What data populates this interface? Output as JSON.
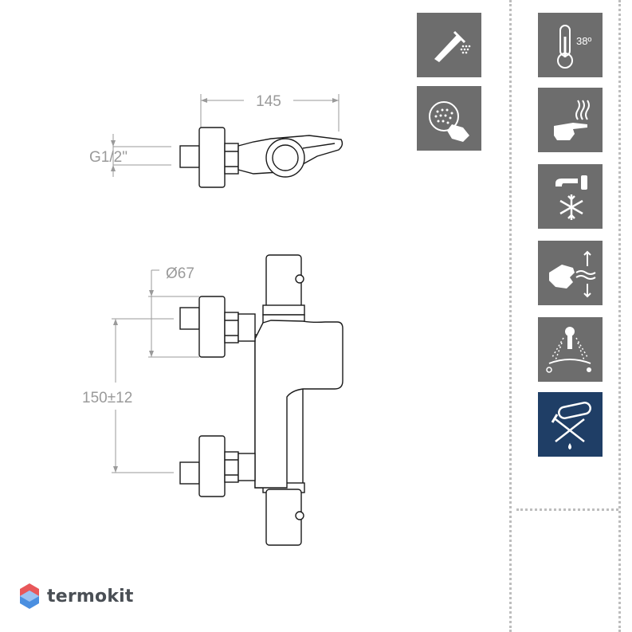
{
  "dimensions": {
    "width_label": "145",
    "thread_label": "G1/2\"",
    "diameter_label": "Ø67",
    "spacing_label": "150±12"
  },
  "icons": {
    "shower_label": "shower-icon",
    "rain_label": "rain-touch-icon",
    "temperature_label": "thermometer-icon",
    "temperature_text": "38º",
    "hot_water_label": "hot-touch-icon",
    "cold_water_label": "cold-water-icon",
    "flow_label": "flow-control-icon",
    "spray_label": "spray-temperature-icon",
    "no_heater_label": "no-heater-icon"
  },
  "colors": {
    "tile": "#6d6d6d",
    "tile_accent": "#1f3e66",
    "dimension": "#9a9a9a",
    "logo_red": "#e8575a",
    "logo_blue": "#4a8fe0"
  },
  "brand": {
    "name": "termokit"
  }
}
